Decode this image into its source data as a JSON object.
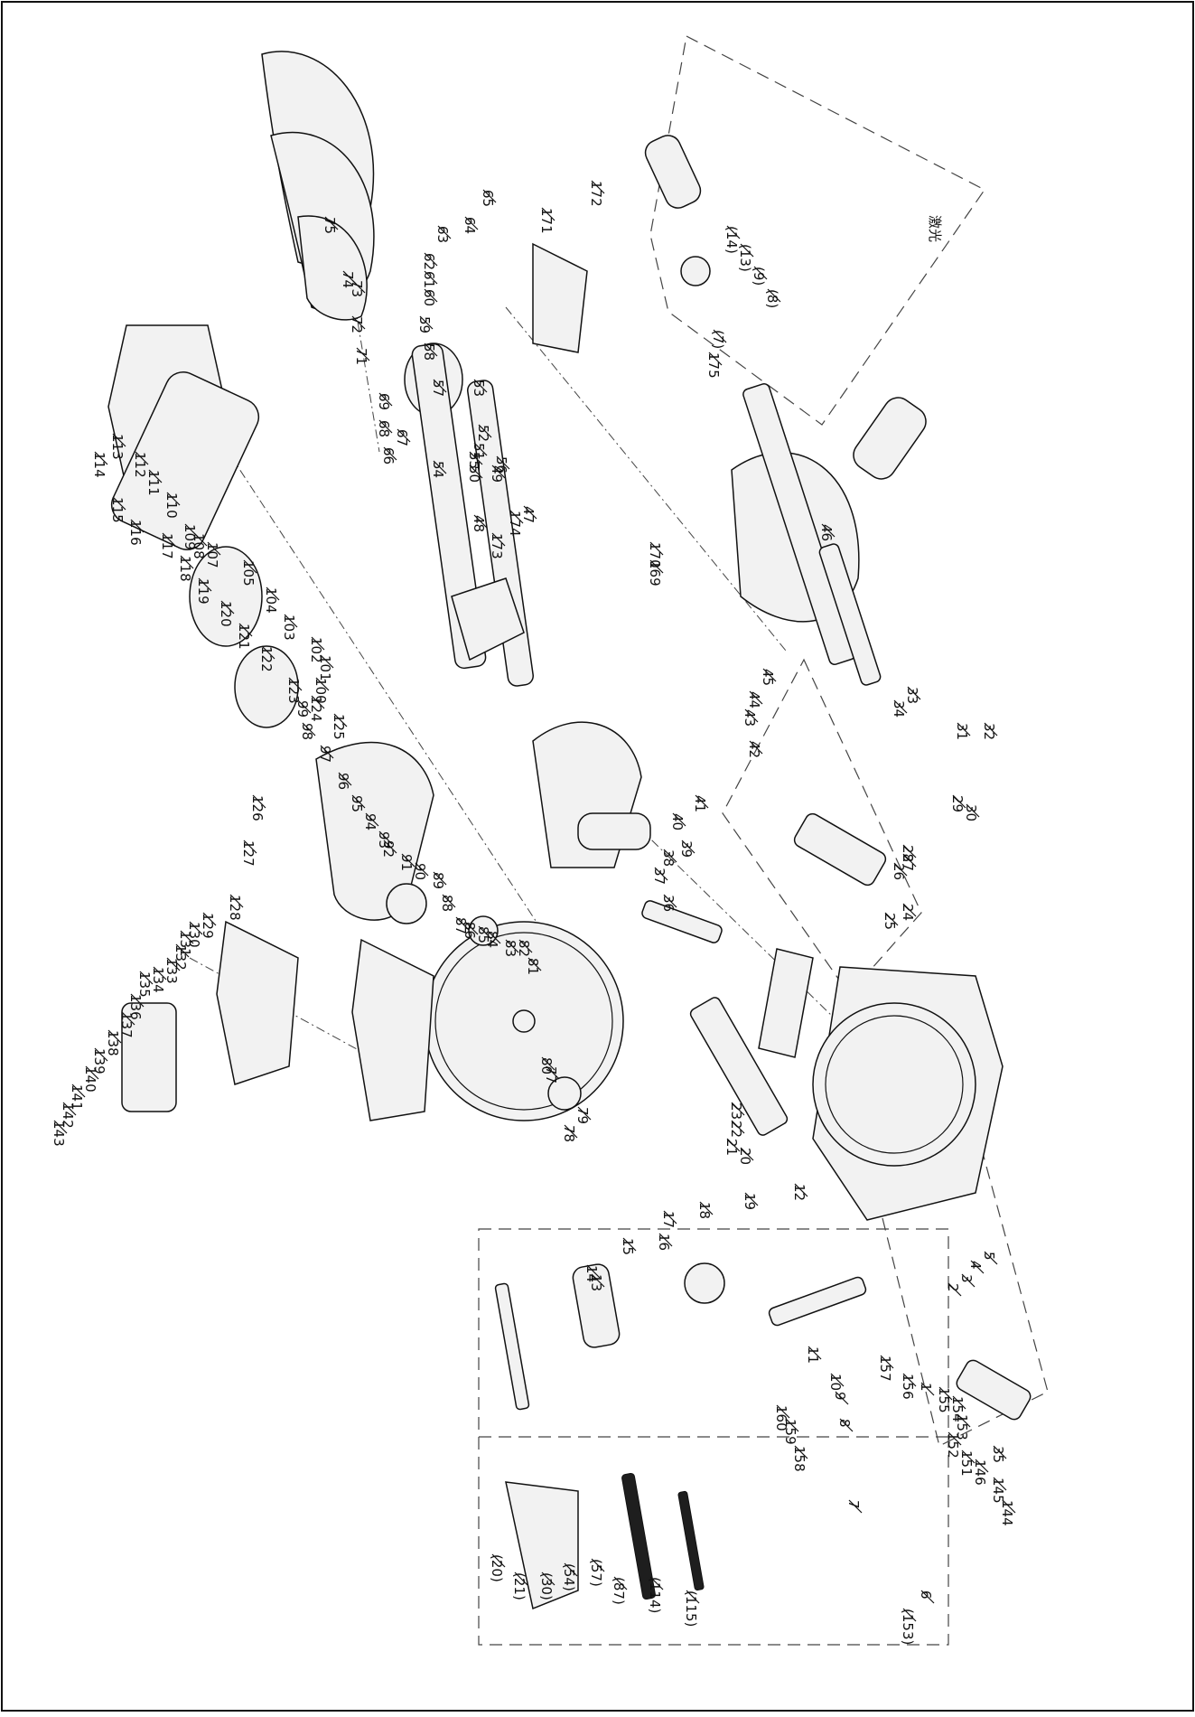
{
  "diagram": {
    "laser_label": "激光",
    "callouts": [
      "1",
      "2",
      "3",
      "4",
      "5",
      "6",
      "7",
      "8",
      "9",
      "10",
      "11",
      "12",
      "13",
      "14",
      "15",
      "16",
      "17",
      "18",
      "19",
      "20",
      "21",
      "22",
      "23",
      "24",
      "25",
      "26",
      "27",
      "28",
      "29",
      "30",
      "31",
      "32",
      "33",
      "34",
      "35",
      "36",
      "37",
      "38",
      "39",
      "40",
      "41",
      "42",
      "43",
      "44",
      "45",
      "46",
      "47",
      "48",
      "49",
      "50",
      "51",
      "52",
      "53",
      "54",
      "55",
      "56",
      "57",
      "58",
      "59",
      "60",
      "61",
      "62",
      "63",
      "64",
      "65",
      "66",
      "67",
      "68",
      "69",
      "71",
      "72",
      "73",
      "74",
      "75",
      "77",
      "78",
      "79",
      "80",
      "81",
      "82",
      "83",
      "84",
      "85",
      "86",
      "87",
      "88",
      "89",
      "90",
      "91",
      "92",
      "93",
      "94",
      "95",
      "96",
      "97",
      "98",
      "99",
      "100",
      "101",
      "102",
      "103",
      "104",
      "105",
      "107",
      "108",
      "109",
      "110",
      "111",
      "112",
      "113",
      "114",
      "115",
      "116",
      "117",
      "118",
      "119",
      "120",
      "121",
      "122",
      "123",
      "124",
      "125",
      "126",
      "127",
      "128",
      "129",
      "130",
      "131",
      "132",
      "133",
      "134",
      "135",
      "136",
      "137",
      "138",
      "139",
      "140",
      "141",
      "142",
      "143",
      "144",
      "145",
      "146",
      "151",
      "152",
      "153",
      "154",
      "155",
      "156",
      "157",
      "158",
      "159",
      "160",
      "169",
      "170",
      "171",
      "172",
      "173",
      "174",
      "175",
      "(7)",
      "(8)",
      "(9)",
      "(13)",
      "(14)",
      "(20)",
      "(21)",
      "(30)",
      "(54)",
      "(57)",
      "(87)",
      "(114)",
      "(115)",
      "(153)"
    ]
  }
}
